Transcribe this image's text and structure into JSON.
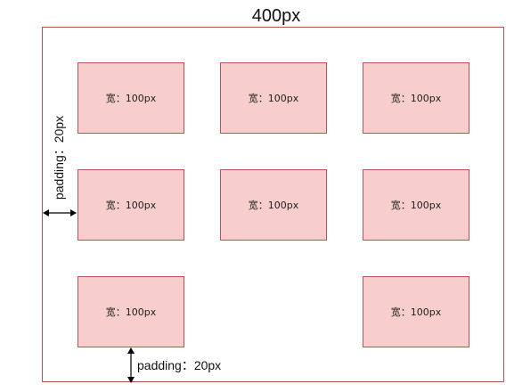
{
  "title": "400px",
  "boxes": [
    {
      "label": "宽：100px"
    },
    {
      "label": "宽：100px"
    },
    {
      "label": "宽：100px"
    },
    {
      "label": "宽：100px"
    },
    {
      "label": "宽：100px"
    },
    {
      "label": "宽：100px"
    },
    {
      "label": "宽：100px"
    },
    {
      "label": "宽：100px"
    }
  ],
  "annotations": {
    "left_padding": "padding：20px",
    "bottom_padding": "padding：20px"
  },
  "colors": {
    "box_fill": "#f8cecc",
    "box_stroke": "#b85450",
    "container_stroke": "#b85450"
  }
}
